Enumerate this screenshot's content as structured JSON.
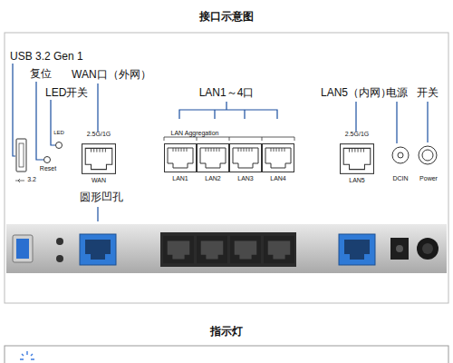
{
  "diagram": {
    "title": "接口示意图",
    "labels": [
      "USB 3.2 Gen 1",
      "复位",
      "LED开关",
      "WAN口（外网）",
      "LAN1～4口",
      "LAN5（内网）",
      "电源",
      "开关",
      "LED",
      "Reset",
      "3.2",
      "2.5G/1G",
      "WAN",
      "LAN Aggregation",
      "LAN1",
      "LAN2",
      "LAN3",
      "LAN4",
      "2.5G/1G",
      "LAN5",
      "DCIN",
      "Power",
      "圆形凹孔",
      "指示灯"
    ]
  }
}
